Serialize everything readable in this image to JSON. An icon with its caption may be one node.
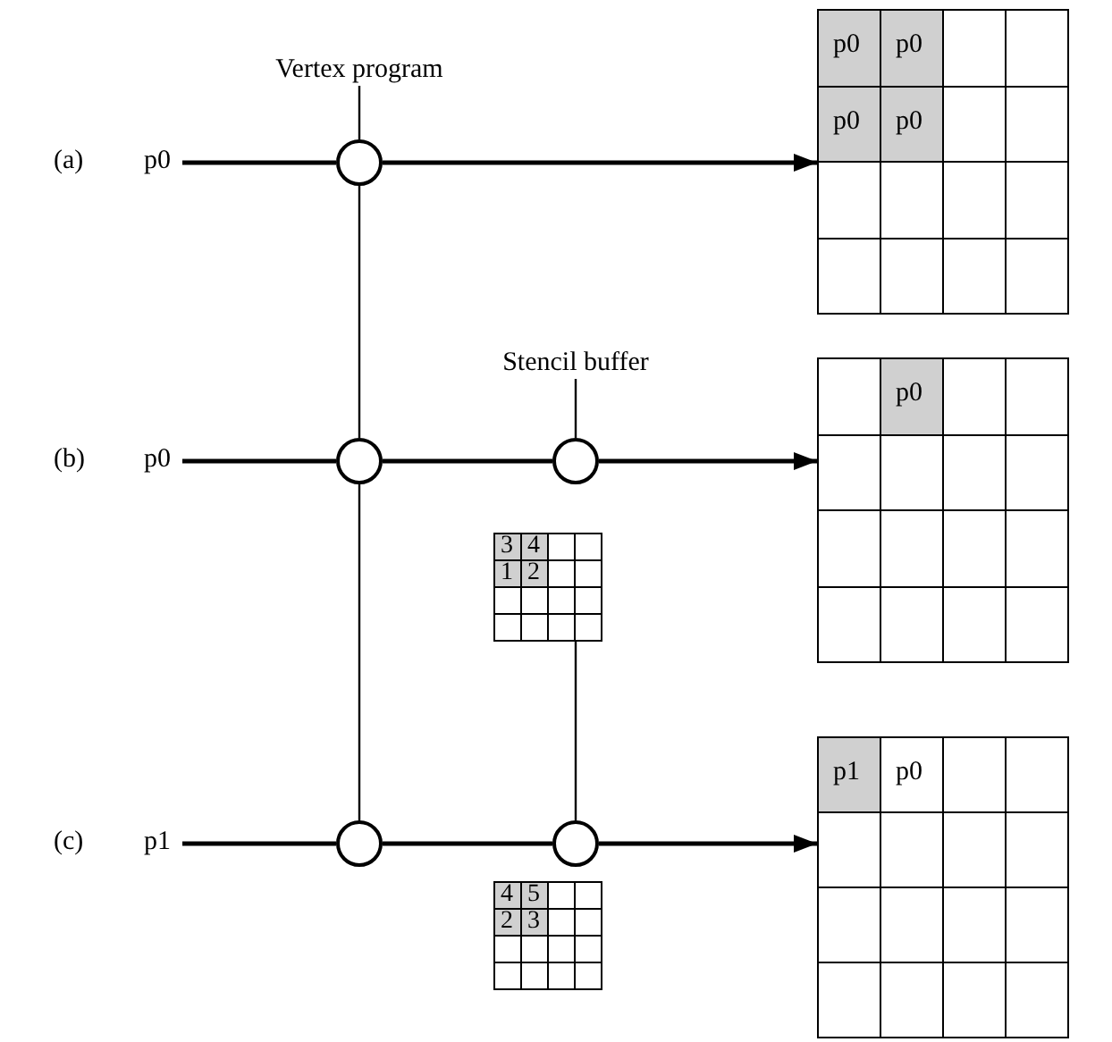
{
  "diagram": {
    "nodes": [
      {
        "text": [
          "Vertex program"
        ]
      },
      {
        "text": [
          "p0"
        ]
      },
      {
        "text": [],
        "shape": "circle"
      },
      {
        "text": [],
        "shape": "box"
      },
      {
        "text": [
          "Stencil buffer"
        ]
      },
      {
        "text": [
          "p0"
        ]
      },
      {
        "text": [],
        "shape": "circle"
      },
      {
        "text": [],
        "shape": "circle"
      },
      {
        "text": [],
        "shape": "box"
      },
      {
        "text": [],
        "shape": "box"
      },
      {
        "text": [
          "p1"
        ]
      },
      {
        "text": [],
        "shape": "circle"
      },
      {
        "text": [],
        "shape": "circle"
      },
      {
        "text": [],
        "shape": "box"
      },
      {
        "text": [],
        "shape": "box"
      }
    ],
    "edges": [
      {
        "from": 0,
        "to": 2,
        "arrow": "none"
      },
      {
        "from": 1,
        "to": 2,
        "arrow": "none"
      },
      {
        "from": 2,
        "to": 3,
        "arrow": "to"
      },
      {
        "from": 2,
        "to": 6,
        "arrow": "none"
      },
      {
        "from": 6,
        "to": 11,
        "arrow": "none"
      },
      {
        "from": 4,
        "to": 7,
        "arrow": "none"
      },
      {
        "from": 5,
        "to": 6,
        "arrow": "none"
      },
      {
        "from": 6,
        "to": 7,
        "arrow": "none"
      },
      {
        "from": 7,
        "to": 9,
        "arrow": "to"
      },
      {
        "from": 8,
        "to": 12,
        "arrow": "none"
      },
      {
        "from": 10,
        "to": 11,
        "arrow": "none"
      },
      {
        "from": 11,
        "to": 12,
        "arrow": "none"
      },
      {
        "from": 12,
        "to": 14,
        "arrow": "to"
      }
    ],
    "labels": [
      "(a)",
      "(b)",
      "(c)",
      "p0",
      "p0",
      "p0",
      "p0",
      "p0",
      "3",
      "4",
      "1",
      "2",
      "p1",
      "p0",
      "4",
      "5",
      "2",
      "3"
    ]
  }
}
